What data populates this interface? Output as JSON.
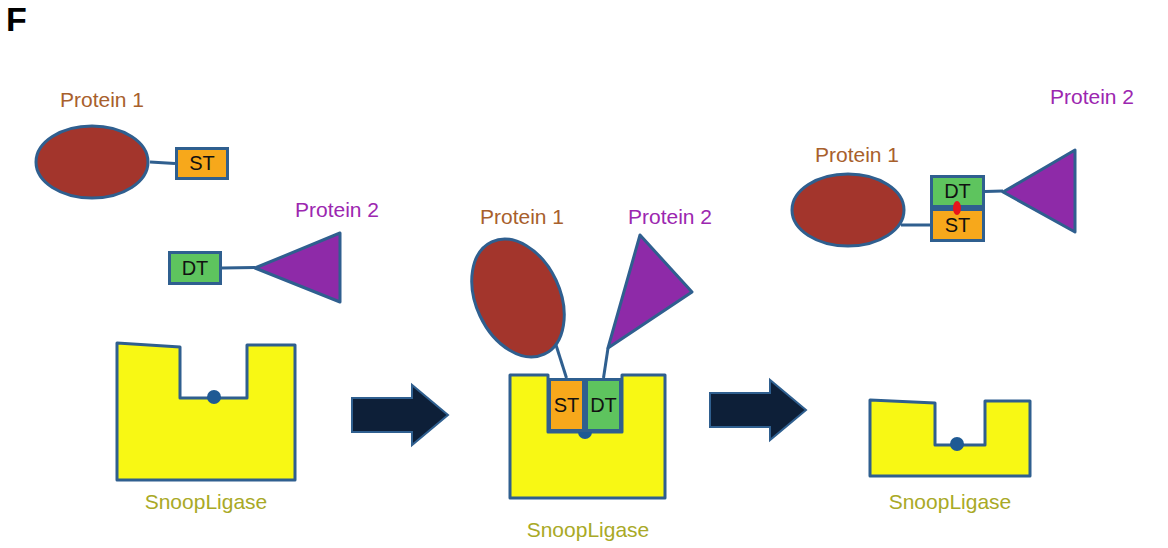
{
  "diagram": {
    "nodes": [
      {
        "text": [
          "Protein 1"
        ]
      },
      {
        "text": [
          "ST"
        ]
      },
      {
        "text": [
          "Protein 2"
        ]
      },
      {
        "text": [
          "DT"
        ]
      },
      {
        "text": [
          "SnoopLigase"
        ]
      },
      {
        "text": [
          "Protein 1"
        ]
      },
      {
        "text": [
          "Protein 2"
        ]
      },
      {
        "text": [
          "SnoopLigase"
        ]
      },
      {
        "text": [
          "ST"
        ],
        "in": 7
      },
      {
        "text": [
          "DT"
        ],
        "in": 7
      },
      {
        "text": [
          "Protein 1"
        ]
      },
      {
        "text": [
          "DT"
        ]
      },
      {
        "text": [
          "ST"
        ]
      },
      {
        "text": [
          "Protein 2"
        ]
      },
      {
        "text": [
          "SnoopLigase"
        ]
      }
    ],
    "edges": [
      {
        "from": 0,
        "to": 1,
        "arrow": "none"
      },
      {
        "from": 2,
        "to": 3,
        "arrow": "none"
      },
      {
        "from": 5,
        "to": 8,
        "arrow": "none"
      },
      {
        "from": 6,
        "to": 9,
        "arrow": "none"
      },
      {
        "from": 10,
        "to": 12,
        "arrow": "none"
      },
      {
        "from": 13,
        "to": 11,
        "arrow": "none"
      }
    ],
    "labels": [
      "F"
    ]
  }
}
